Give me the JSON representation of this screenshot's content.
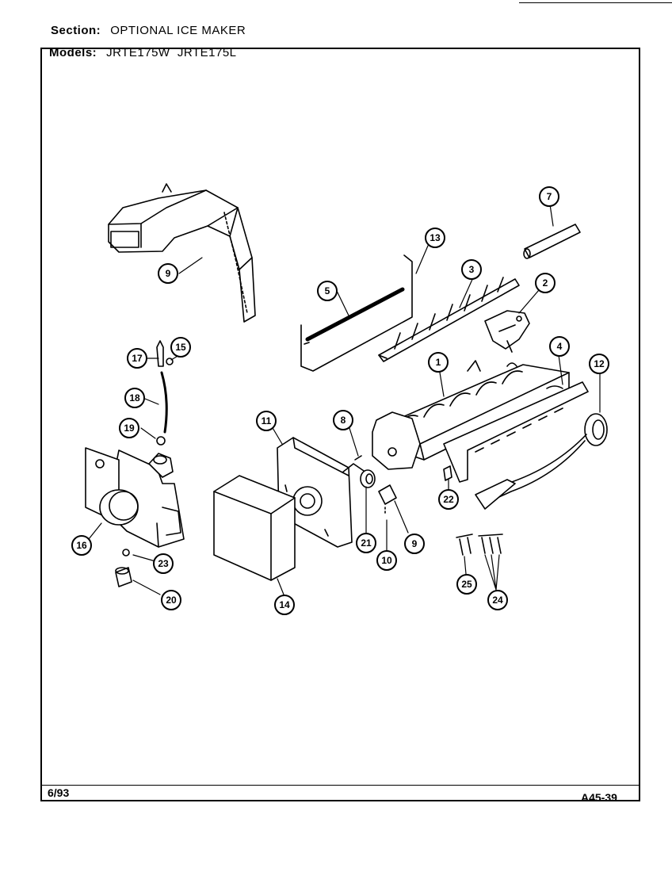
{
  "header": {
    "section_label": "Section:",
    "section_value": "OPTIONAL ICE MAKER",
    "models_label": "Models:",
    "models_value": "JRTE175W  JRTE175L"
  },
  "footer": {
    "date": "6/93",
    "code": "A45-39"
  },
  "callouts": {
    "c1": "1",
    "c2": "2",
    "c3": "3",
    "c4": "4",
    "c5": "5",
    "c7": "7",
    "c8": "8",
    "c9a": "9",
    "c9b": "9",
    "c10": "10",
    "c11": "11",
    "c12": "12",
    "c13": "13",
    "c14": "14",
    "c15": "15",
    "c16": "16",
    "c17": "17",
    "c18": "18",
    "c19": "19",
    "c20": "20",
    "c21": "21",
    "c22": "22",
    "c23": "23",
    "c24": "24",
    "c25": "25"
  },
  "colors": {
    "ink": "#000000",
    "paper": "#ffffff"
  }
}
